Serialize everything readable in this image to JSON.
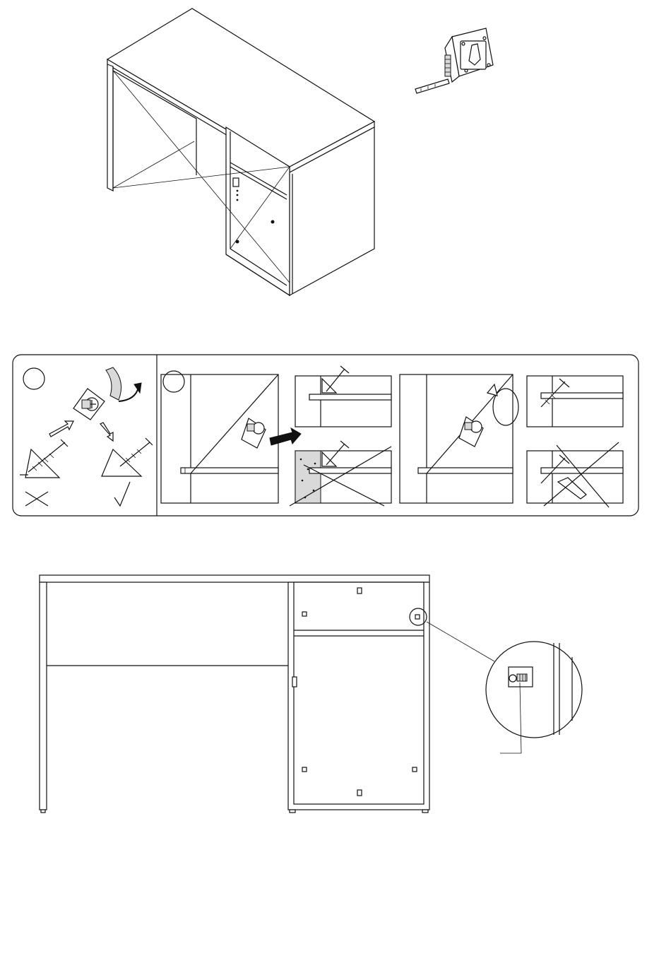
{
  "document": {
    "type": "assembly-instruction-page",
    "icons": {
      "tape_measure": "tape-measure-icon",
      "wall_plug": "wall-plug-icon",
      "screw": "screw-icon",
      "cross_mark": "cross-mark-icon",
      "check_mark": "check-mark-icon",
      "rotation_arrow": "rotation-arrow-icon",
      "push_arrow": "push-arrow-icon"
    },
    "steps": [
      {
        "id": "step-a",
        "badge": ""
      },
      {
        "id": "step-b",
        "badge": ""
      }
    ],
    "colors": {
      "line": "#111111",
      "background": "#ffffff",
      "concrete": "#d9d9d9"
    }
  }
}
